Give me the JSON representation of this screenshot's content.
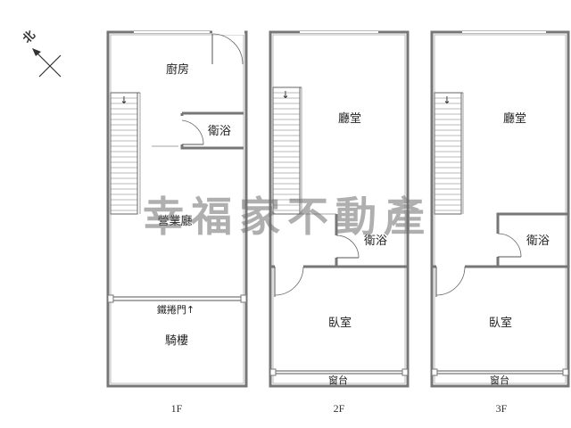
{
  "compass": {
    "north_label": "北"
  },
  "watermark": "幸福家不動產",
  "floors": [
    {
      "id": "1F",
      "label": "1F",
      "rooms": {
        "kitchen": "廚房",
        "bathroom": "衛浴",
        "business_hall": "營業廳",
        "shutter": "鐵捲門↑",
        "arcade": "騎樓"
      }
    },
    {
      "id": "2F",
      "label": "2F",
      "rooms": {
        "hall": "廳堂",
        "bathroom": "衛浴",
        "bedroom": "臥室",
        "balcony": "窗台"
      }
    },
    {
      "id": "3F",
      "label": "3F",
      "rooms": {
        "hall": "廳堂",
        "bathroom": "衛浴",
        "bedroom": "臥室",
        "balcony": "窗台"
      }
    }
  ]
}
